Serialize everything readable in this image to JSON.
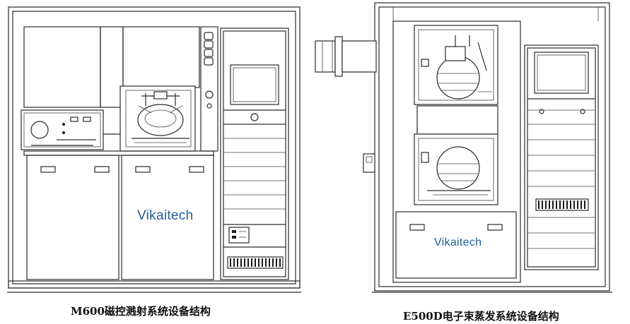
{
  "machines": [
    {
      "brand": "Vikaitech",
      "caption": "M600磁控溅射系统设备结构"
    },
    {
      "brand": "Vikaitech",
      "caption": "E500D电子束蒸发系统设备结构"
    }
  ],
  "colors": {
    "brand": "#1f5f9a",
    "line": "#2a2a2a"
  }
}
